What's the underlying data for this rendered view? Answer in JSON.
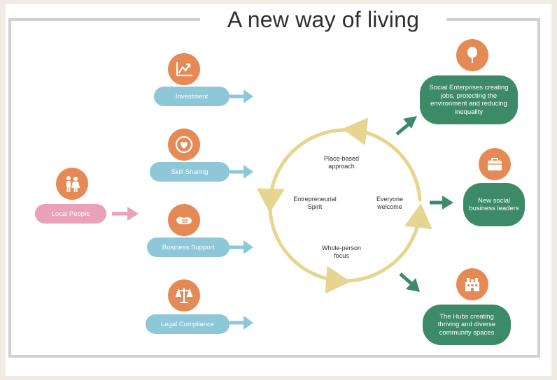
{
  "title": "A new way of living",
  "colors": {
    "orange_icon": "#e58a55",
    "blue_pill": "#8dc7d8",
    "pink_pill": "#e8a1b8",
    "green_pill": "#3d8a68",
    "cycle_yellow": "#e5d58e",
    "frame_grey": "#cfd1d4"
  },
  "source": {
    "label": "Local People",
    "icon": "people-icon"
  },
  "inputs": [
    {
      "label": "Investment",
      "icon": "growth-chart-icon"
    },
    {
      "label": "Skill Sharing",
      "icon": "heart-cycle-icon"
    },
    {
      "label": "Business Support",
      "icon": "handshake-icon"
    },
    {
      "label": "Legal Compliance",
      "icon": "scales-icon"
    }
  ],
  "cycle": {
    "top": "Place-based\napproach",
    "left": "Entrepreneurial\nSpirit",
    "right": "Everyone\nwelcome",
    "bottom": "Whole-person\nfocus"
  },
  "outcomes": [
    {
      "label": "Social Enterprises creating jobs, protecting the environment and reducing inequality",
      "icon": "tree-icon"
    },
    {
      "label": "New social business leaders",
      "icon": "briefcase-icon"
    },
    {
      "label": "The Hubs creating thriving and diverse community spaces",
      "icon": "building-icon"
    }
  ]
}
